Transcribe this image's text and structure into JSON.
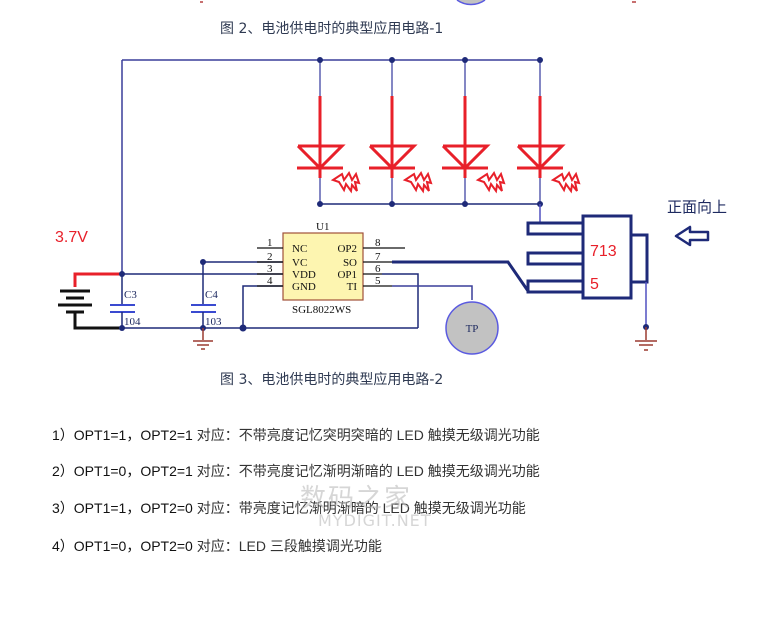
{
  "captions": {
    "fig2": "图 2、电池供电时的典型应用电路-1",
    "fig3": "图 3、电池供电时的典型应用电路-2"
  },
  "circuit": {
    "voltage_label": "3.7V",
    "ic": {
      "ref": "U1",
      "part": "SGL8022WS",
      "pins_left": [
        {
          "num": "1",
          "name": "NC"
        },
        {
          "num": "2",
          "name": "VC"
        },
        {
          "num": "3",
          "name": "VDD"
        },
        {
          "num": "4",
          "name": "GND"
        }
      ],
      "pins_right": [
        {
          "num": "8",
          "name": "OP2"
        },
        {
          "num": "7",
          "name": "SO"
        },
        {
          "num": "6",
          "name": "OP1"
        },
        {
          "num": "5",
          "name": "TI"
        }
      ]
    },
    "capacitors": [
      {
        "ref": "C3",
        "value": "104"
      },
      {
        "ref": "C4",
        "value": "103"
      }
    ],
    "touch_pad": "TP",
    "transistor_label_line1": "713",
    "transistor_label_line2": "5",
    "orientation_note": "正面向上",
    "led_count": 4,
    "colors": {
      "wire": "#1e2a78",
      "led": "#e8202a",
      "battery_positive": "#e8202a",
      "ic_fill": "#fdf5b0",
      "ground": "#9b3a30",
      "tp_fill": "#c2c2c2"
    }
  },
  "options": [
    {
      "prefix": "1）OPT1=1，OPT2=1",
      "desc": "对应：不带亮度记忆突明突暗的 LED 触摸无级调光功能"
    },
    {
      "prefix": "2）OPT1=0，OPT2=1",
      "desc": "对应：不带亮度记忆渐明渐暗的 LED 触摸无级调光功能"
    },
    {
      "prefix": "3）OPT1=1，OPT2=0",
      "desc": "对应：带亮度记忆渐明渐暗的 LED 触摸无级调光功能"
    },
    {
      "prefix": "4）OPT1=0，OPT2=0",
      "desc": "对应：LED 三段触摸调光功能"
    }
  ],
  "watermark": {
    "cn": "数码之家",
    "en": "MYDIGIT.NET"
  }
}
